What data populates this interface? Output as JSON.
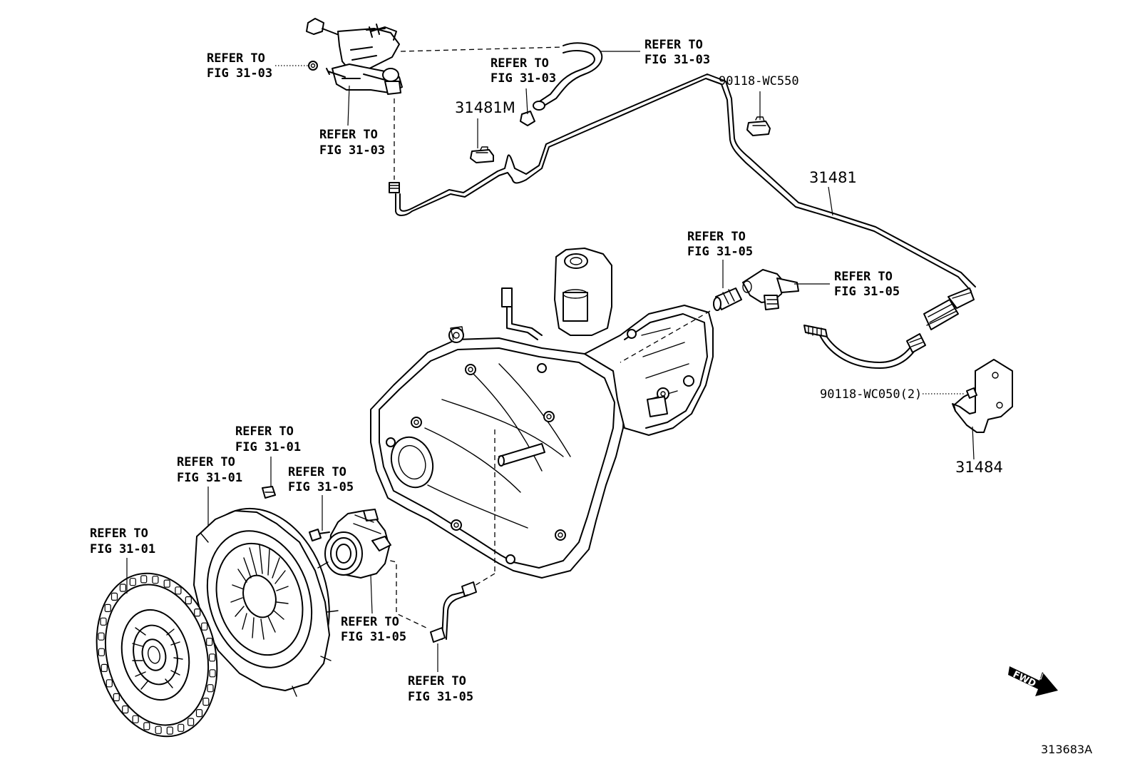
{
  "labels": {
    "mc_nut_ref": [
      "REFER TO",
      "FIG 31-03"
    ],
    "mc_bracket_ref": [
      "REFER TO",
      "FIG 31-03"
    ],
    "mid_hose_ref": [
      "REFER TO",
      "FIG 31-03"
    ],
    "top_hose_ref": [
      "REFER TO",
      "FIG 31-03"
    ],
    "conn_upper_ref": [
      "REFER TO",
      "FIG 31-05"
    ],
    "conn_right_ref": [
      "REFER TO",
      "FIG 31-05"
    ],
    "cover_bolt_ref": [
      "REFER TO",
      "FIG 31-01"
    ],
    "cover_ref": [
      "REFER TO",
      "FIG 31-01"
    ],
    "disc_ref": [
      "REFER TO",
      "FIG 31-01"
    ],
    "bearing_bolt_ref": [
      "REFER TO",
      "FIG 31-05"
    ],
    "bearing_ref": [
      "REFER TO",
      "FIG 31-05"
    ],
    "bleeder_ref": [
      "REFER TO",
      "FIG 31-05"
    ]
  },
  "parts": {
    "line_clip": "31481M",
    "clip_top": "90118-WC550",
    "clutch_line": "31481",
    "bracket_bolt": "90118-WC050(2)",
    "bracket": "31484"
  },
  "fwd_arrow": "FWD",
  "diagram_code": "313683A"
}
